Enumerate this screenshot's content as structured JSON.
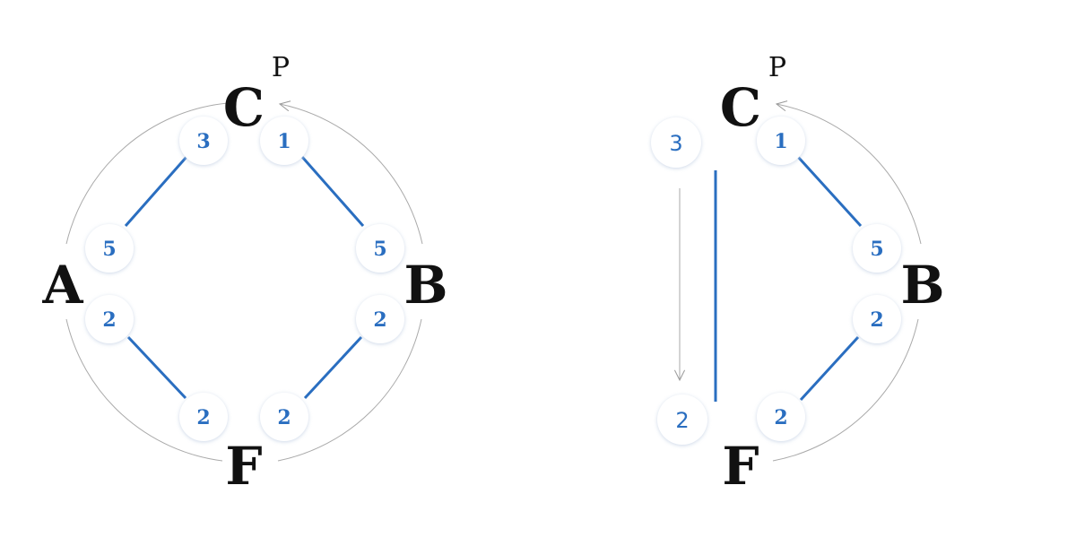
{
  "colors": {
    "edge": "#2a6ec0",
    "arc": "#aaaaaa",
    "badge_text": "#2a6ec0",
    "label": "#111111"
  },
  "left_diagram": {
    "nodes": {
      "C": "C",
      "A": "A",
      "B": "B",
      "F": "F"
    },
    "superscript": "P",
    "weights": {
      "c_left": "3",
      "c_right": "1",
      "a_top": "5",
      "a_bottom": "2",
      "b_top": "5",
      "b_bottom": "2",
      "f_left": "2",
      "f_right": "2"
    }
  },
  "right_diagram": {
    "nodes": {
      "C": "C",
      "B": "B",
      "F": "F"
    },
    "superscript": "P",
    "weights": {
      "detached_top": "3",
      "detached_bottom": "2",
      "c_right": "1",
      "b_top": "5",
      "b_bottom": "2",
      "f_right": "2"
    }
  }
}
